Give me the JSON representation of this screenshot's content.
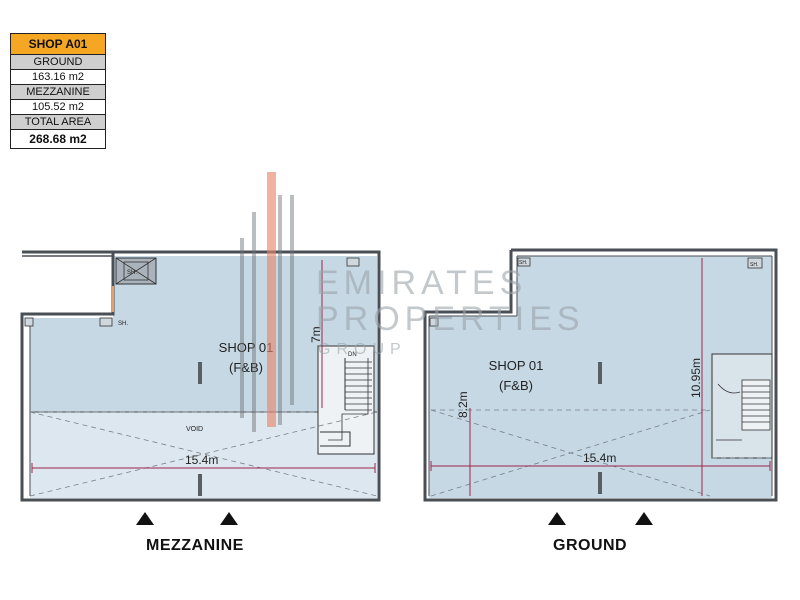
{
  "area_table": {
    "title": "SHOP A01",
    "ground_label": "GROUND",
    "ground_area": "163.16 m2",
    "mezzanine_label": "MEZZANINE",
    "mezzanine_area": "105.52 m2",
    "total_label": "TOTAL AREA",
    "total_area": "268.68 m2"
  },
  "watermark": {
    "line1": "EMIRATES",
    "line2": "PROPERTIES",
    "line3": "GROUP",
    "color": "#9aa3aa",
    "accent_color": "#e8866a"
  },
  "mezzanine_plan": {
    "caption": "MEZZANINE",
    "shop_label_line1": "SHOP 01",
    "shop_label_line2": "(F&B)",
    "void_label": "VOID",
    "width_dim": "15.4m",
    "height_dim": "7m",
    "shaft_label_1": "SH.",
    "shaft_label_2": "SH.",
    "stair_label": "DN"
  },
  "ground_plan": {
    "caption": "GROUND",
    "shop_label_line1": "SHOP 01",
    "shop_label_line2": "(F&B)",
    "width_dim": "15.4m",
    "height_dim_left": "8.2m",
    "height_dim_right": "10.95m",
    "shaft_label_1": "SH.",
    "shaft_label_2": "SH."
  },
  "colors": {
    "floor_fill": "#c6d8e4",
    "void_fill": "#dde7ef",
    "wall": "#4a4f55",
    "dimension": "#a0244a",
    "table_header": "#f5a623"
  },
  "icons": {
    "entrance_marker": "triangle-up-icon"
  }
}
